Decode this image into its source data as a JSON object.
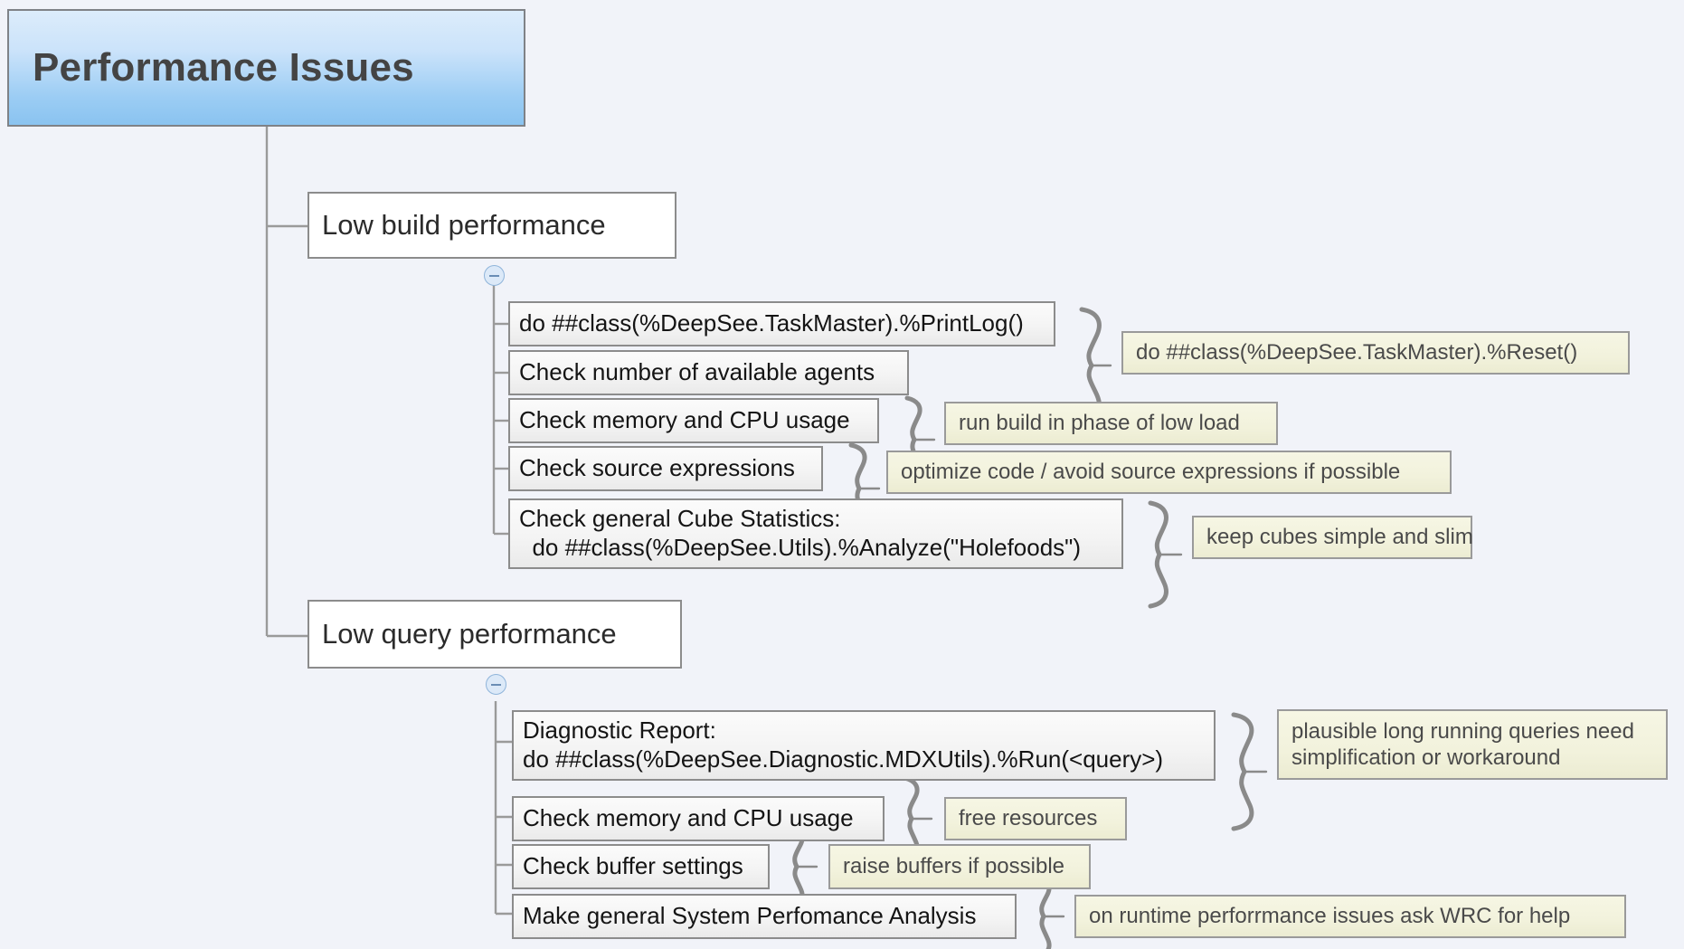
{
  "diagram": {
    "title": "Performance Issues",
    "background_color": "#f1f3f9",
    "root_accent_color": "#8ac3f0",
    "note_color": "#f2f2dc",
    "border_color": "#8c8c8c",
    "toggle_icon": "minus-circle"
  },
  "root": {
    "label": "Performance Issues"
  },
  "branches": [
    {
      "id": "low-build-performance",
      "label": "Low build performance",
      "collapse_state": "expanded",
      "children": [
        {
          "id": "print-log",
          "label": "do ##class(%DeepSee.TaskMaster).%PrintLog()",
          "note": {
            "line1": "do ##class(%DeepSee.TaskMaster).%Reset()",
            "line2": ""
          }
        },
        {
          "id": "available-agents",
          "label": "Check number of available agents",
          "note": null
        },
        {
          "id": "memory-cpu-build",
          "label": "Check memory and CPU usage",
          "note": {
            "line1": "run build in phase of low load",
            "line2": ""
          }
        },
        {
          "id": "source-expressions",
          "label": "Check source expressions",
          "note": {
            "line1": "optimize code / avoid source expressions if possible",
            "line2": ""
          }
        },
        {
          "id": "cube-statistics",
          "label": "Check general Cube Statistics:",
          "label_line2": "  do ##class(%DeepSee.Utils).%Analyze(\"Holefoods\")",
          "note": {
            "line1": "keep cubes simple and slim",
            "line2": ""
          }
        }
      ]
    },
    {
      "id": "low-query-performance",
      "label": "Low query performance",
      "collapse_state": "expanded",
      "children": [
        {
          "id": "diagnostic-report",
          "label": "Diagnostic Report:",
          "label_line2": "do ##class(%DeepSee.Diagnostic.MDXUtils).%Run(<query>)",
          "note": {
            "line1": "plausible long running queries need",
            "line2": "simplification or workaround"
          }
        },
        {
          "id": "memory-cpu-query",
          "label": "Check memory and CPU usage",
          "note": {
            "line1": "free resources",
            "line2": ""
          }
        },
        {
          "id": "buffer-settings",
          "label": "Check buffer settings",
          "note": {
            "line1": "raise buffers if possible",
            "line2": ""
          }
        },
        {
          "id": "system-performance-analysis",
          "label": "Make general System Perfomance Analysis",
          "note": {
            "line1": "on runtime perforrmance issues ask WRC for help",
            "line2": ""
          }
        }
      ]
    }
  ]
}
